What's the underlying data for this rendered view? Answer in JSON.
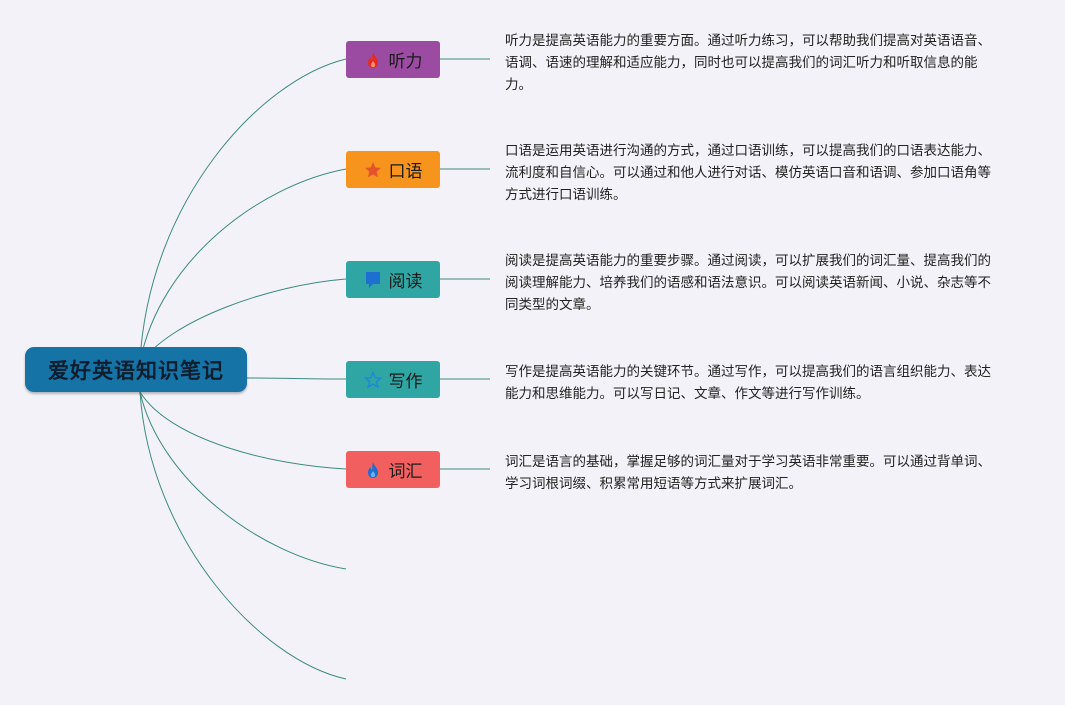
{
  "root": {
    "title": "爱好英语知识笔记"
  },
  "branches": [
    {
      "label": "听力",
      "icon": "fire-icon",
      "color": "#9b4ca2",
      "icon_color": "#e32b22",
      "description": "听力是提高英语能力的重要方面。通过听力练习，可以帮助我们提高对英语语音、语调、语速的理解和适应能力，同时也可以提高我们的词汇听力和听取信息的能力。"
    },
    {
      "label": "口语",
      "icon": "star-icon",
      "color": "#f7941d",
      "icon_color": "#e5532a",
      "description": "口语是运用英语进行沟通的方式，通过口语训练，可以提高我们的口语表达能力、流利度和自信心。可以通过和他人进行对话、模仿英语口音和语调、参加口语角等方式进行口语训练。"
    },
    {
      "label": "阅读",
      "icon": "flag-icon",
      "color": "#2fa6a3",
      "icon_color": "#1d6fd0",
      "description": "阅读是提高英语能力的重要步骤。通过阅读，可以扩展我们的词汇量、提高我们的阅读理解能力、培养我们的语感和语法意识。可以阅读英语新闻、小说、杂志等不同类型的文章。"
    },
    {
      "label": "写作",
      "icon": "star-outline-icon",
      "color": "#2fa6a3",
      "icon_color": "#1d8ad6",
      "description": "写作是提高英语能力的关键环节。通过写作，可以提高我们的语言组织能力、表达能力和思维能力。可以写日记、文章、作文等进行写作训练。"
    },
    {
      "label": "词汇",
      "icon": "fire-icon",
      "color": "#f1605e",
      "icon_color": "#1d6fd0",
      "description": "词汇是语言的基础，掌握足够的词汇量对于学习英语非常重要。可以通过背单词、学习词根词缀、积累常用短语等方式来扩展词汇。"
    }
  ],
  "colors": {
    "line": "#3d8a80",
    "root_bg": "#1573a6",
    "background": "#f2f2f8"
  }
}
